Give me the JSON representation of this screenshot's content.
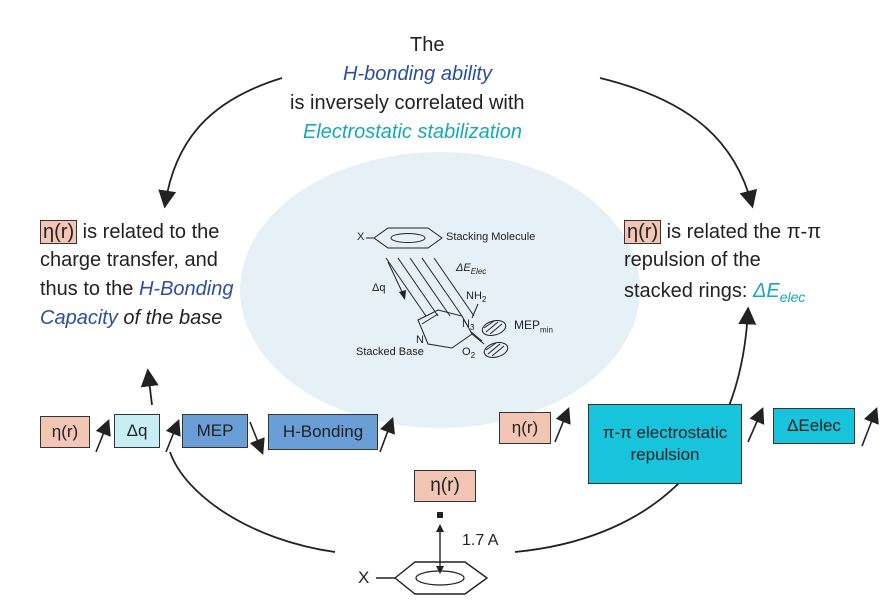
{
  "title": {
    "line1": "The",
    "line2": "H-bonding ability",
    "line3": "is inversely correlated with",
    "line4": "Electrostatic stabilization"
  },
  "left_text": {
    "eta": "η(r)",
    "line1_rest": " is related to the",
    "line2": "charge transfer, and",
    "line3_a": "thus to the ",
    "line3_b": "H-Bonding",
    "line4_a": "Capacity",
    "line4_b": " of the base"
  },
  "right_text": {
    "eta": "η(r)",
    "line1_rest": " is related the π-π",
    "line2": "repulsion of the",
    "line3_a": "stacked rings: ",
    "line3_b": "ΔE",
    "line3_c": "elec"
  },
  "molecule": {
    "x_label": "X",
    "stacking_label": "Stacking Molecule",
    "delta_e": "ΔE",
    "delta_e_sub": "Elec",
    "dq_label": "Δq",
    "nh2": "NH",
    "nh2_sub": "2",
    "n3": "N",
    "n3_sub": "3",
    "n": "N",
    "o2": "O",
    "o2_sub": "2",
    "mep": "MEP",
    "mep_sub": "min",
    "stacked_base": "Stacked Base"
  },
  "left_chain": [
    "η(r)",
    "Δq",
    "MEP",
    "H-Bonding"
  ],
  "right_chain": [
    "η(r)",
    "π-π electrostatic repulsion",
    "ΔEelec"
  ],
  "bottom": {
    "eta": "η(r)",
    "distance": "1.7 A",
    "x_label": "X"
  },
  "colors": {
    "pink": "#f2c5b4",
    "light_blue": "#c6eef4",
    "medium_blue": "#6a9ed6",
    "cyan": "#18c3dc",
    "text_blue": "#2d4f9e",
    "text_cyan": "#17a8b8",
    "ellipse": "#e6f1f7"
  }
}
